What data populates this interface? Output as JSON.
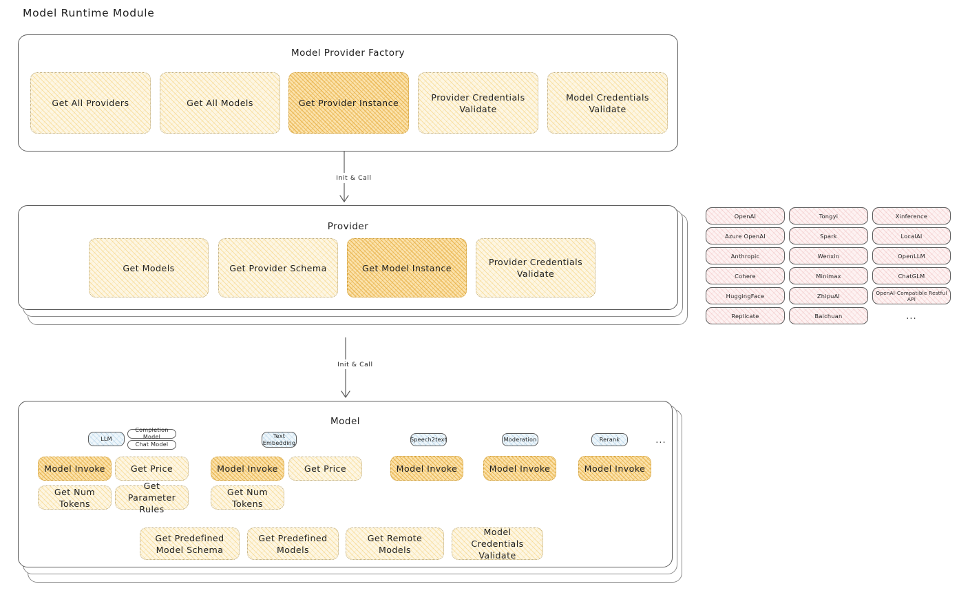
{
  "page": {
    "title": "Model Runtime Module"
  },
  "factory": {
    "title": "Model Provider Factory",
    "operations": [
      {
        "label": "Get All Providers",
        "highlight": false
      },
      {
        "label": "Get All Models",
        "highlight": false
      },
      {
        "label": "Get Provider Instance",
        "highlight": true
      },
      {
        "label": "Provider Credentials Validate",
        "highlight": false
      },
      {
        "label": "Model Credentials Validate",
        "highlight": false
      }
    ]
  },
  "arrows": [
    {
      "label": "Init & Call"
    },
    {
      "label": "Init & Call"
    }
  ],
  "provider": {
    "title": "Provider",
    "operations": [
      {
        "label": "Get Models",
        "highlight": false
      },
      {
        "label": "Get Provider Schema",
        "highlight": false
      },
      {
        "label": "Get Model Instance",
        "highlight": true
      },
      {
        "label": "Provider Credentials Validate",
        "highlight": false
      }
    ]
  },
  "provider_list": {
    "columns": [
      [
        "OpenAI",
        "Azure OpenAI",
        "Anthropic",
        "Cohere",
        "HuggingFace",
        "Replicate"
      ],
      [
        "Tongyi",
        "Spark",
        "Wenxin",
        "Minimax",
        "ZhipuAI",
        "Baichuan"
      ],
      [
        "Xinference",
        "LocalAI",
        "OpenLLM",
        "ChatGLM",
        "OpenAI-Compatible Restful API"
      ]
    ],
    "more": "..."
  },
  "model": {
    "title": "Model",
    "more": "...",
    "types": [
      {
        "name": "LLM",
        "accent": "blue",
        "sub_tabs": [
          "Completion Model",
          "Chat Model"
        ],
        "operations": [
          {
            "label": "Model Invoke",
            "highlight": true
          },
          {
            "label": "Get Price",
            "highlight": false
          },
          {
            "label": "Get Num Tokens",
            "highlight": false
          },
          {
            "label": "Get Parameter Rules",
            "highlight": false
          }
        ]
      },
      {
        "name": "Text Embedding",
        "accent": "blue",
        "sub_tabs": [],
        "operations": [
          {
            "label": "Model Invoke",
            "highlight": true
          },
          {
            "label": "Get Price",
            "highlight": false
          },
          {
            "label": "Get Num Tokens",
            "highlight": false
          }
        ]
      },
      {
        "name": "Speech2text",
        "accent": "blue",
        "sub_tabs": [],
        "operations": [
          {
            "label": "Model Invoke",
            "highlight": true
          }
        ]
      },
      {
        "name": "Moderation",
        "accent": "blue",
        "sub_tabs": [],
        "operations": [
          {
            "label": "Model Invoke",
            "highlight": true
          }
        ]
      },
      {
        "name": "Rerank",
        "accent": "blue",
        "sub_tabs": [],
        "operations": [
          {
            "label": "Model Invoke",
            "highlight": true
          }
        ]
      }
    ],
    "shared_operations": [
      {
        "label": "Get Predefined Model Schema"
      },
      {
        "label": "Get Predefined Models"
      },
      {
        "label": "Get Remote Models"
      },
      {
        "label": "Model Credentials Validate"
      }
    ]
  },
  "colors": {
    "stroke": "#5c5c5c",
    "yellow_fill": "#fdf6e3",
    "yellow_strong_fill": "#fbe2ab",
    "pink_fill": "#fdf2f2",
    "blue_fill": "#eef6fb",
    "text": "#1e1e1e"
  }
}
